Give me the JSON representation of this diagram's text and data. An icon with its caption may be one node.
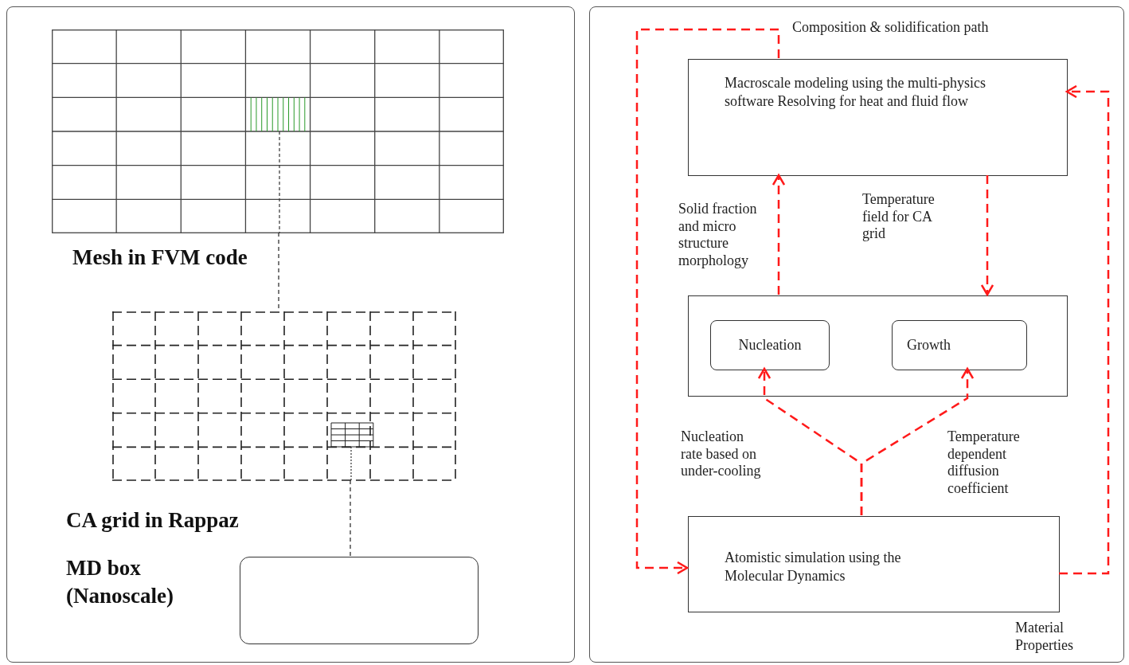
{
  "diagram": {
    "nodes": [
      {
        "text": [],
        "shape": "box"
      },
      {
        "text": [],
        "shape": "grid",
        "in": 0,
        "beside": [
          "Mesh in FVM code"
        ]
      },
      {
        "text": [],
        "shape": "grid",
        "in": 0,
        "beside": [
          "CA grid in Rappaz"
        ]
      },
      {
        "text": [],
        "shape": "box",
        "in": 0,
        "beside": [
          "MD box (Nanoscale)"
        ]
      },
      {
        "text": [],
        "shape": "box"
      },
      {
        "text": [
          "Macroscale modeling using the multi-physics software Resolving for heat and fluid flow"
        ],
        "in": 4
      },
      {
        "text": [],
        "shape": "box",
        "in": 4
      },
      {
        "text": [
          "Nucleation"
        ],
        "in": 6
      },
      {
        "text": [
          "Growth"
        ],
        "in": 6
      },
      {
        "text": [
          "Atomistic simulation using the Molecular Dynamics"
        ],
        "in": 4
      }
    ],
    "edges": [
      {
        "from": 1,
        "to": 2,
        "arrow": "none",
        "style": "dashed",
        "color": "#333333"
      },
      {
        "from": 2,
        "to": 3,
        "arrow": "none",
        "style": "dashed",
        "color": "#333333"
      },
      {
        "from": 5,
        "to": 9,
        "arrow": "to",
        "style": "dashed",
        "label": "Composition & solidification path"
      },
      {
        "from": 9,
        "to": 5,
        "arrow": "to",
        "style": "dashed",
        "label": "Material Properties"
      },
      {
        "from": 6,
        "to": 5,
        "arrow": "to",
        "style": "dashed",
        "label": "Solid fraction and micro structure morphology"
      },
      {
        "from": 5,
        "to": 6,
        "arrow": "to",
        "style": "dashed",
        "label": "Temperature field for CA grid"
      },
      {
        "from": 9,
        "to": 7,
        "arrow": "to",
        "style": "dashed",
        "label": "Nucleation rate based on under-cooling"
      },
      {
        "from": 9,
        "to": 8,
        "arrow": "to",
        "style": "dashed",
        "label": "Temperature dependent diffusion coefficient"
      }
    ]
  }
}
